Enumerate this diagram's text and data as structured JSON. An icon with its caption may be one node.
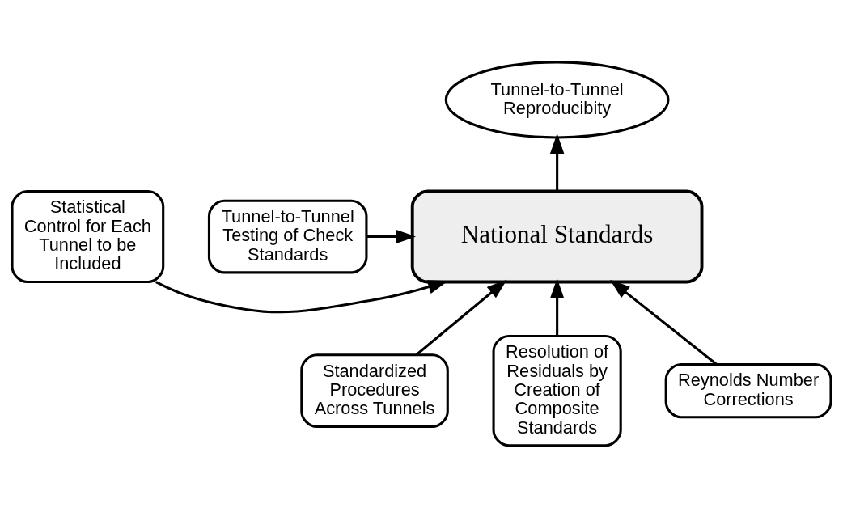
{
  "diagram": {
    "nodes": [
      {
        "text": [
          "Tunnel-to-Tunnel Reproducibity"
        ]
      },
      {
        "text": [
          "National Standards"
        ]
      },
      {
        "text": [
          "Statistical Control for Each Tunnel to be Included"
        ]
      },
      {
        "text": [
          "Tunnel-to-Tunnel Testing of Check Standards"
        ]
      },
      {
        "text": [
          "Standardized Procedures Across Tunnels"
        ]
      },
      {
        "text": [
          "Resolution of Residuals by Creation of Composite Standards"
        ]
      },
      {
        "text": [
          "Reynolds Number Corrections"
        ]
      }
    ],
    "edges": [
      {
        "from": 1,
        "to": 0,
        "arrow": "to"
      },
      {
        "from": 2,
        "to": 1,
        "arrow": "to"
      },
      {
        "from": 3,
        "to": 1,
        "arrow": "to"
      },
      {
        "from": 4,
        "to": 1,
        "arrow": "to"
      },
      {
        "from": 5,
        "to": 1,
        "arrow": "to"
      },
      {
        "from": 6,
        "to": 1,
        "arrow": "to"
      }
    ]
  }
}
